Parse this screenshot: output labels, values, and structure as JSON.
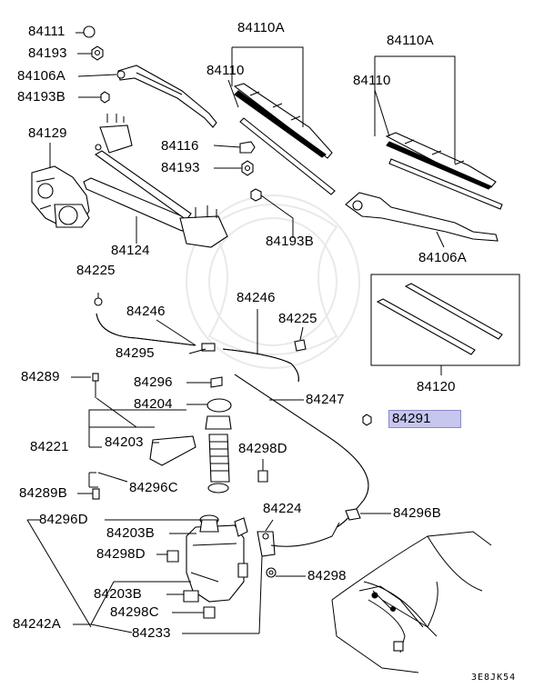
{
  "diagram_code": "3E8JK54",
  "highlight_color": "#c6c6ef",
  "labels": {
    "l84111": "84111",
    "l84193a": "84193",
    "l84106a_l": "84106A",
    "l84193b_l": "84193B",
    "l84110a_c": "84110A",
    "l84110_c": "84110",
    "l84110a_r": "84110A",
    "l84110_r": "84110",
    "l84129": "84129",
    "l84116": "84116",
    "l84193b": "84193",
    "l84193b_r": "84193B",
    "l84124": "84124",
    "l84106a_r": "84106A",
    "l84225_t": "84225",
    "l84246_l": "84246",
    "l84246_r": "84246",
    "l84225_r": "84225",
    "l84295": "84295",
    "l84120": "84120",
    "l84289": "84289",
    "l84296": "84296",
    "l84204": "84204",
    "l84247": "84247",
    "l84291": "84291",
    "l84221": "84221",
    "l84203": "84203",
    "l84298d_t": "84298D",
    "l84296c": "84296C",
    "l84289b": "84289B",
    "l84296d": "84296D",
    "l84224": "84224",
    "l84296b": "84296B",
    "l84203b_t": "84203B",
    "l84298d": "84298D",
    "l84298": "84298",
    "l84203b": "84203B",
    "l84298c": "84298C",
    "l84242a": "84242A",
    "l84233": "84233"
  }
}
